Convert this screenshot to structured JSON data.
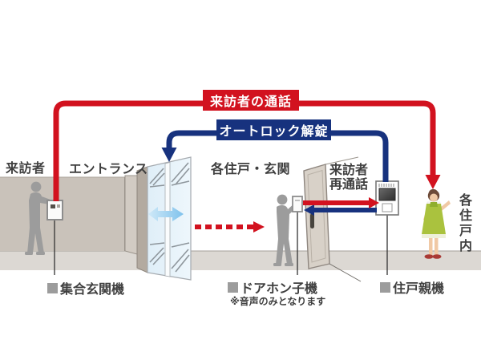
{
  "diagram_title_implicit": "オートロック・インターホン連携図",
  "banners": {
    "visitor_call": {
      "label": "来訪者の通話",
      "color": "#d2121f"
    },
    "autolock_release": {
      "label": "オートロック解錠",
      "color": "#17327e"
    }
  },
  "labels": {
    "visitor": "来訪者",
    "entrance": "エントランス",
    "unit_entrance": "各住戸・玄関",
    "revisit_line1": "来訪者",
    "revisit_line2": "再通話",
    "inside_unit": "各住戸内"
  },
  "legends": {
    "entrance_station": "集合玄関機",
    "door_phone": "ドアホン子機",
    "door_phone_note": "※音声のみとなります",
    "master_station": "住戸親機"
  },
  "colors": {
    "signal_red": "#d2121f",
    "signal_navy": "#17327e",
    "door_swing_blue": "#8ecbee",
    "wall_tan": "#c9c2ba",
    "floor_gray": "#dcd8d3",
    "silhouette_gray": "#9c9c9c",
    "apron_green": "#aac23e"
  }
}
